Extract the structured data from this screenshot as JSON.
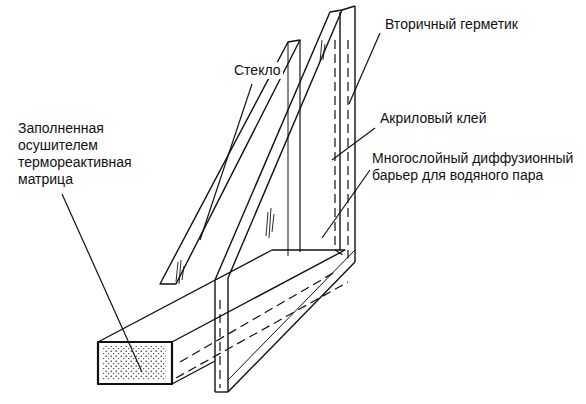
{
  "diagram": {
    "labels": [
      "Вторичный герметик",
      "Стекло",
      "Акриловый клей",
      "Заполненная осушителем термореактивная матрица",
      "Многослойный диффузионный барьер для водяного пара"
    ]
  }
}
